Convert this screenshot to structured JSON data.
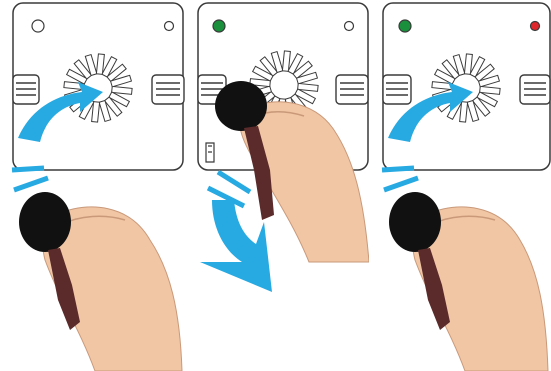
{
  "colors": {
    "led_off": "#ffffff",
    "led_green": "#1a8f3c",
    "led_red": "#e0262b",
    "arrow": "#27a9e1",
    "outline": "#3a3a3a",
    "skin": "#f1c6a5",
    "fob": "#111111"
  },
  "steps": [
    {
      "led_left": "off",
      "led_right": "off",
      "arrow": "toward-reader",
      "fob": "away"
    },
    {
      "led_left": "green",
      "led_right": "off",
      "arrow": "away-from-reader",
      "fob": "at-reader"
    },
    {
      "led_left": "green",
      "led_right": "red",
      "arrow": "toward-reader",
      "fob": "away"
    }
  ],
  "icons": {
    "reader": "card-reader-icon",
    "key_fob": "key-fob-icon",
    "hand": "hand-icon",
    "arrow": "arrow-icon",
    "rfid": "rfid-waves-icon"
  }
}
